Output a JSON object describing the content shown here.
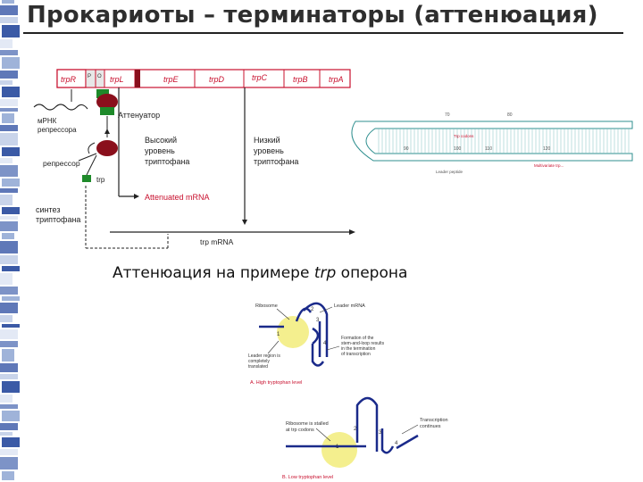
{
  "slide": {
    "title": "Прокариоты – терминаторы (аттенюация)",
    "caption_prefix": "Аттенюация на примере ",
    "caption_italic": "trp",
    "caption_suffix": " оперона"
  },
  "operon": {
    "genes": [
      "trpR",
      "P",
      "O",
      "trpL",
      "trpE",
      "trpD",
      "trpC",
      "trpB",
      "trpA"
    ]
  },
  "labels": {
    "mrna_repressor": "мРНК\nрепрессора",
    "attenuator": "Аттенуатор",
    "high_trp": "Высокий\nуровень\nтриптофана",
    "low_trp": "Низкий\nуровень\nтриптофана",
    "repressor": "репрессор",
    "trp": "trp",
    "attenuated_mrna": "Attenuated mRNA",
    "synthesis": "синтез\nтриптофана",
    "trp_mrna": "trp mRNA"
  },
  "hairpin": {
    "ticks_top": [
      "70",
      "80"
    ],
    "ticks_bottom": [
      "90",
      "100",
      "110",
      "120"
    ],
    "label_upper": "Trp codons",
    "label_lower": "Multivariate trp...",
    "label_leader": "Leader peptide"
  },
  "fig_a": {
    "ribosome": "Ribosome",
    "leader": "Leader mRNA",
    "num1": "1",
    "num2": "2",
    "num3": "3",
    "num4": "4",
    "formation": "Formation of the\nstem-and-loop results\nin the termination\nof transcription",
    "leader_region": "Leader region is\ncompletely\ntranslated",
    "caption": "A. High tryptophan level"
  },
  "fig_b": {
    "stalled": "Ribosome is stalled\nat trp codons",
    "continues": "Transcription\ncontinues",
    "num1": "1",
    "num2": "2",
    "num3": "3",
    "num4": "4",
    "caption": "B. Low tryptophan level"
  },
  "colors": {
    "red": "#c8102e",
    "blue": "#3355cc",
    "green": "#1e8a2a",
    "darkred": "#8a0f1c",
    "teal": "#2f8f8f",
    "yellow": "#f4ef8e",
    "navy": "#1a2a8a"
  }
}
